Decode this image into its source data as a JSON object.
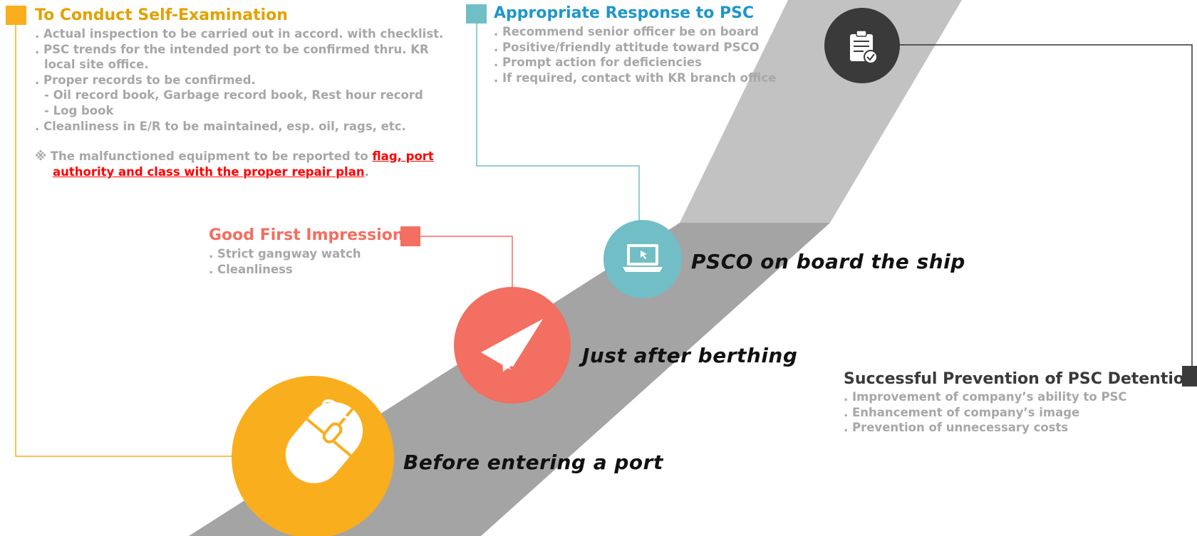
{
  "colors": {
    "yellow": "#f9ae1d",
    "yellow_title": "#e3a100",
    "coral": "#f26f61",
    "teal": "#71bec6",
    "teal_title": "#1e96c9",
    "dark": "#3a3a3a",
    "road_dark": "#a4a4a4",
    "road_light": "#c2c2c2",
    "body_text": "#a7a7a7",
    "highlight": "#ff0000"
  },
  "self_exam": {
    "title": "To Conduct Self-Examination",
    "items": [
      ". Actual inspection to be carried out in accord. with checklist.",
      ". PSC trends for the intended port to be confirmed thru. KR",
      "local site office.",
      ". Proper records to be confirmed.",
      "- Oil record book, Garbage record book, Rest hour record",
      "- Log book",
      ". Cleanliness in E/R to be maintained, esp. oil, rags, etc."
    ],
    "note_prefix": "※ The malfunctioned equipment to be reported to",
    "note_highlight_1": "flag, port",
    "note_highlight_2": "authority and class with the proper repair plan",
    "note_suffix": "."
  },
  "first_impression": {
    "title": "Good First Impression",
    "items": [
      ". Strict gangway watch",
      ". Cleanliness"
    ]
  },
  "response": {
    "title": "Appropriate Response to PSC",
    "items": [
      ". Recommend senior officer be on board",
      ". Positive/friendly attitude toward PSCO",
      ". Prompt action for deficiencies",
      ". If required, contact with KR branch office"
    ]
  },
  "prevention": {
    "title": "Successful Prevention of PSC Detention",
    "items": [
      ". Improvement of company’s ability to PSC",
      ". Enhancement of company’s image",
      ". Prevention of unnecessary costs"
    ]
  },
  "stages": {
    "before_port": "Before entering a port",
    "after_berthing": "Just after berthing",
    "psco_on_board": "PSCO on board the ship"
  },
  "icons": {
    "mouse": "mouse-icon",
    "paper_plane": "paper-plane-icon",
    "laptop": "laptop-icon",
    "clipboard": "clipboard-check-icon"
  }
}
